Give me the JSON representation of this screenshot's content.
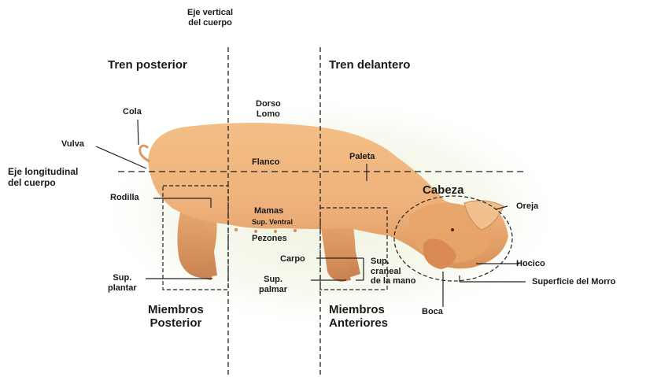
{
  "axes": {
    "vertical_axis_label": "Eje vertical\ndel cuerpo",
    "longitudinal_axis_label": "Eje longitudinal\ndel cuerpo"
  },
  "sections": {
    "rear": "Tren posterior",
    "front": "Tren delantero",
    "head": "Cabeza"
  },
  "labels": {
    "tail": "Cola",
    "vulva": "Vulva",
    "back": "Dorso\nLomo",
    "flank": "Flanco",
    "shoulder": "Paleta",
    "knee": "Rodilla",
    "mammae": "Mamas",
    "ventral_surface": "Sup. Ventral",
    "teats": "Pezones",
    "ear": "Oreja",
    "carpus": "Carpo",
    "cranial_surface_hand": "Sup.\ncraneal\nde la mano",
    "plantar_surface": "Sup.\nplantar",
    "palmar_surface": "Sup.\npalmar",
    "snout": "Hocico",
    "snout_surface": "Superficie del Morro",
    "mouth": "Boca",
    "hind_limbs": "Miembros\nPosterior",
    "fore_limbs": "Miembros\nAnteriores"
  },
  "colors": {
    "pig_body": "#f0b57a",
    "pig_shade": "#d98f55",
    "background_glow": "#eef2dc",
    "text": "#1a1a1a"
  }
}
